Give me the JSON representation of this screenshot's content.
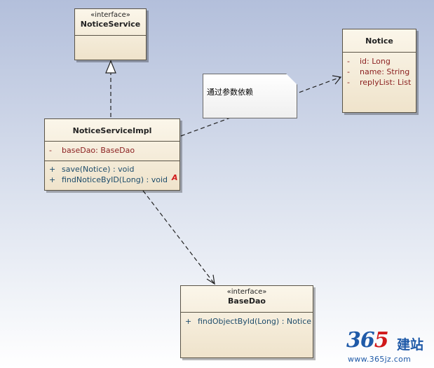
{
  "diagram": {
    "notice_service": {
      "stereotype": "«interface»",
      "name": "NoticeService"
    },
    "notice": {
      "name": "Notice",
      "attributes": [
        {
          "visibility": "-",
          "text": "id:  Long"
        },
        {
          "visibility": "-",
          "text": "name:  String"
        },
        {
          "visibility": "-",
          "text": "replyList:  List"
        }
      ]
    },
    "notice_service_impl": {
      "name": "NoticeServiceImpl",
      "attributes": [
        {
          "visibility": "-",
          "text": "baseDao:  BaseDao"
        }
      ],
      "operations": [
        {
          "visibility": "+",
          "text": "save(Notice) : void"
        },
        {
          "visibility": "+",
          "text": "findNoticeByID(Long) : void"
        }
      ],
      "abstract_marker": "A"
    },
    "base_dao": {
      "stereotype": "«interface»",
      "name": "BaseDao",
      "operations": [
        {
          "visibility": "+",
          "text": "findObjectById(Long) : Notice"
        }
      ]
    },
    "note": {
      "text": "通过参数依赖"
    }
  },
  "watermark": {
    "digits_a": "36",
    "digits_b": "5",
    "cn": "建站",
    "url": "www.365jz.com"
  }
}
